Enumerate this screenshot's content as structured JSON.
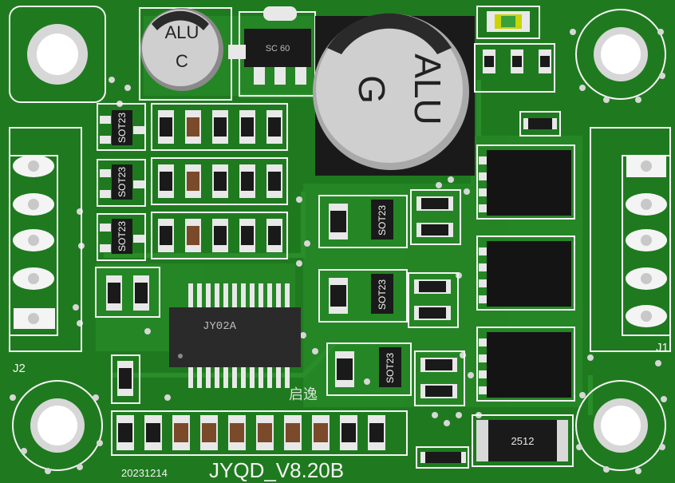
{
  "board": {
    "colors": {
      "pcb": "#1f7a1f",
      "pcb_dark": "#176317",
      "pcb_light": "#2a8f2a",
      "silkscreen": "#f4f4f4",
      "copper": "#d7d7d7",
      "chip": "#1a1a1a",
      "cap_top": "#cfcfcf",
      "resistor_body": "#7a4a2a"
    },
    "labels": {
      "cap_small_line1": "ALU",
      "cap_small_line2": "C",
      "cap_large_line1": "ALU",
      "cap_large_line2": "G",
      "ic_marking": "JY02A",
      "transistor_marking": "SOT23",
      "shunt_resistor": "2512",
      "connector_left": "J2",
      "connector_right": "J1",
      "date_code": "20231214",
      "board_name": "JYQD_V8.20B",
      "chinese_mark": "启逸",
      "regulator_mark": "SC 60"
    }
  }
}
